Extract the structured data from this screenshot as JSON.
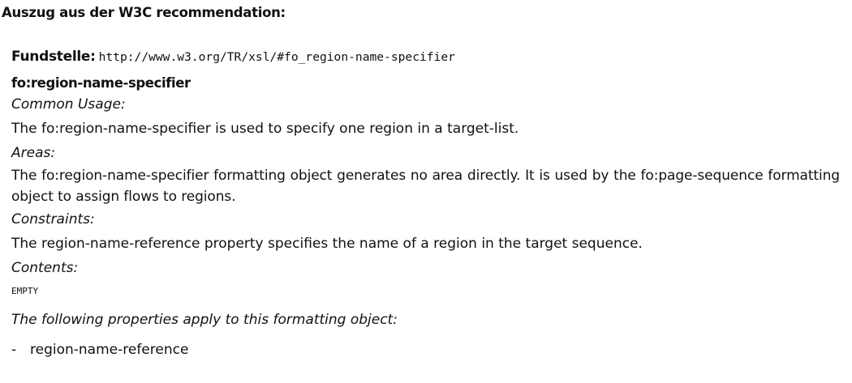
{
  "heading": "Auszug aus der W3C recommendation:",
  "source": {
    "label": "Fundstelle:",
    "url": "http://www.w3.org/TR/xsl/#fo_region-name-specifier"
  },
  "element_name": "fo:region-name-specifier",
  "sections": {
    "common_usage": {
      "label": "Common Usage:",
      "text": "The fo:region-name-specifier is used to specify one region in a target-list."
    },
    "areas": {
      "label": "Areas:",
      "text": "The fo:region-name-specifier formatting object generates no area directly. It is used by the fo:page-sequence formatting object to assign flows to regions."
    },
    "constraints": {
      "label": "Constraints:",
      "text": "The region-name-reference property specifies the name of a region in the target sequence."
    },
    "contents": {
      "label": "Contents:",
      "value": "EMPTY"
    }
  },
  "properties": {
    "intro": "The following properties apply to this formatting object:",
    "items": [
      {
        "bullet": "-",
        "name": "region-name-reference"
      }
    ]
  }
}
